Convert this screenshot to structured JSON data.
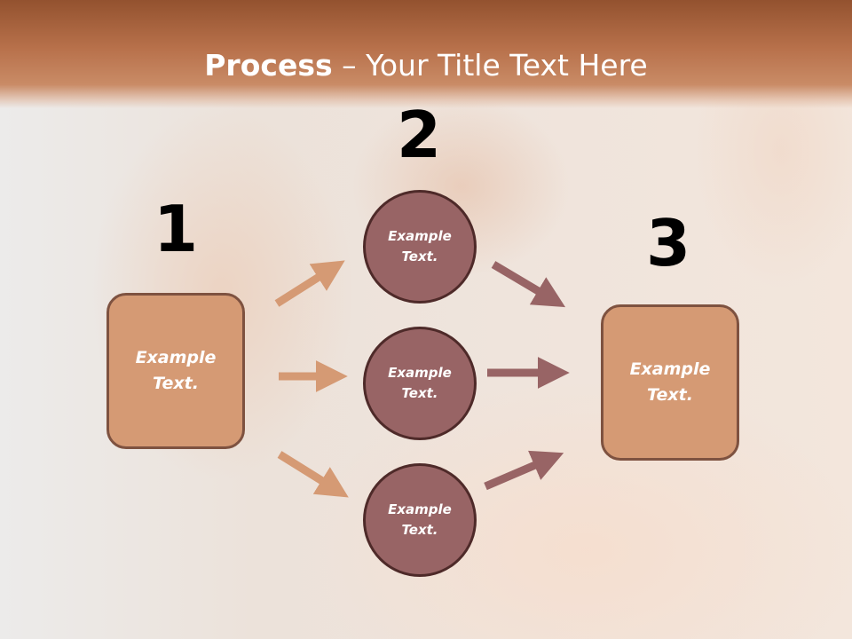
{
  "slide": {
    "title_bold": "Process",
    "title_rest": " – Your Title Text Here"
  },
  "colors": {
    "header": "#b8714b",
    "box_fill": "#d59a74",
    "circle_fill": "#986465",
    "arrow_left": "#d59a74",
    "arrow_right": "#986465"
  },
  "steps": [
    {
      "number": "1",
      "text": "Example\nText."
    },
    {
      "number": "2",
      "text": "Example\nText."
    },
    {
      "number": "3",
      "text": "Example\nText."
    }
  ],
  "circles": [
    {
      "text": "Example\nText."
    },
    {
      "text": "Example\nText."
    },
    {
      "text": "Example\nText."
    }
  ]
}
